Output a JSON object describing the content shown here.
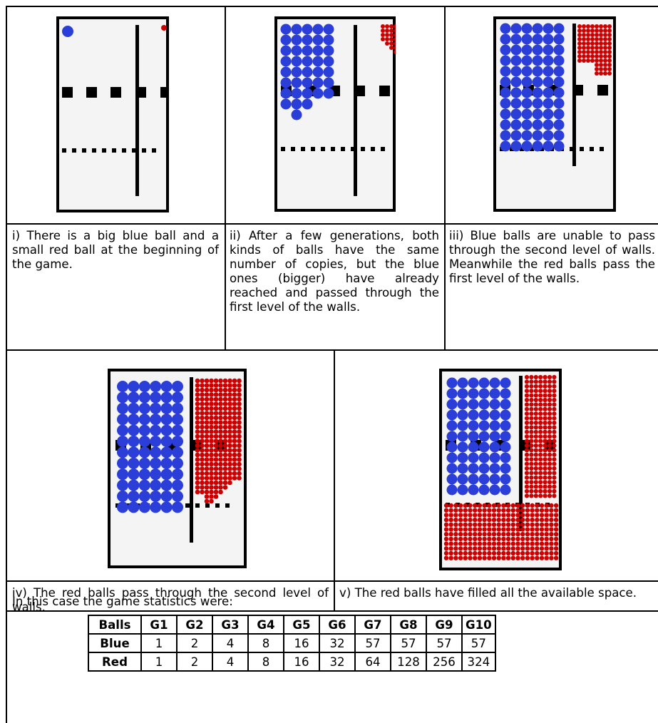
{
  "panels": [
    {
      "id": "i",
      "caption": "i) There is a big blue ball and a small red ball at the beginning of the game."
    },
    {
      "id": "ii",
      "caption": "ii) After a few generations, both kinds of balls have the same number of copies, but the blue ones (bigger) have already reached and passed through the first level of the walls."
    },
    {
      "id": "iii",
      "caption": "iii) Blue balls are unable to pass through the second level of walls. Meanwhile the red balls pass the first level of the walls."
    },
    {
      "id": "iv",
      "caption": "iv) The red balls pass through the second level of walls."
    },
    {
      "id": "v",
      "caption": "v) The red balls have filled all the available space."
    }
  ],
  "stats_intro": "In this case the game statistics were:",
  "colors": {
    "blue": "#2b3fd8",
    "red": "#cc0000",
    "wall": "#000000",
    "board": "#f4f4f4"
  },
  "table": {
    "header": [
      "Balls",
      "G1",
      "G2",
      "G3",
      "G4",
      "G5",
      "G6",
      "G7",
      "G8",
      "G9",
      "G10"
    ],
    "rows": [
      {
        "label": "Blue",
        "values": [
          "1",
          "2",
          "4",
          "8",
          "16",
          "32",
          "57",
          "57",
          "57",
          "57"
        ]
      },
      {
        "label": "Red",
        "values": [
          "1",
          "2",
          "4",
          "8",
          "16",
          "32",
          "64",
          "128",
          "256",
          "324"
        ]
      }
    ]
  }
}
